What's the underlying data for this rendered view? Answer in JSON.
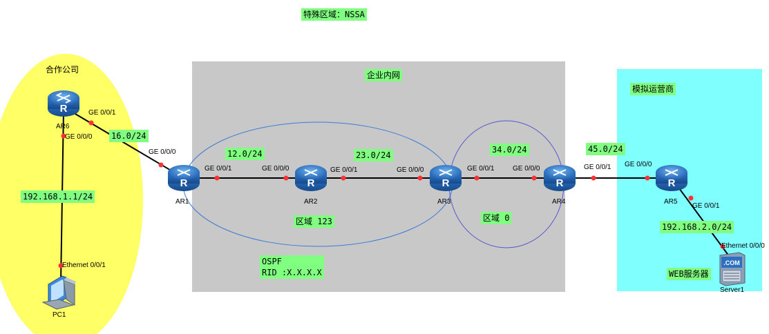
{
  "title": "特殊区域：NSSA",
  "zones": {
    "partner": "合作公司",
    "enterprise": "企业内网",
    "isp": "模拟运营商"
  },
  "areas": {
    "area123": "区域 123",
    "area0": "区域 0"
  },
  "ospf": {
    "line1": "OSPF",
    "line2": "RID :X.X.X.X"
  },
  "devices": {
    "ar1": "AR1",
    "ar2": "AR2",
    "ar3": "AR3",
    "ar4": "AR4",
    "ar5": "AR5",
    "ar6": "AR6",
    "pc1": "PC1",
    "server1": "Server1",
    "router_glyph": "R",
    "server_glyph": ".COM"
  },
  "server_label": "WEB服务器",
  "subnets": {
    "s16": "16.0/24",
    "s12": "12.0/24",
    "s23": "23.0/24",
    "s34": "34.0/24",
    "s45": "45.0/24",
    "s192_1": "192.168.1.1/24",
    "s192_2": "192.168.2.0/24"
  },
  "ports": {
    "ar6_g1": "GE 0/0/1",
    "ar6_g0": "GE 0/0/0",
    "ar1_g0": "GE 0/0/0",
    "ar1_g1": "GE 0/0/1",
    "ar2_g0": "GE 0/0/0",
    "ar2_g1": "GE 0/0/1",
    "ar3_g0": "GE 0/0/0",
    "ar3_g1": "GE 0/0/1",
    "ar4_g0": "GE 0/0/0",
    "ar4_g1": "GE 0/0/1",
    "ar5_g0": "GE 0/0/0",
    "ar5_g1": "GE 0/0/1",
    "pc1_e0": "Ethernet 0/0/1",
    "server_e0": "Ethernet 0/0/0"
  },
  "colors": {
    "partner_zone": "#ffff66",
    "enterprise_zone": "#c8c8c8",
    "isp_zone": "#80ffff",
    "tag_bg": "#80ff80",
    "area123_ellipse": "#3a7bd5",
    "area0_ellipse": "#5555cc",
    "port_dot": "#ff3333",
    "router": "#2f78c8"
  }
}
